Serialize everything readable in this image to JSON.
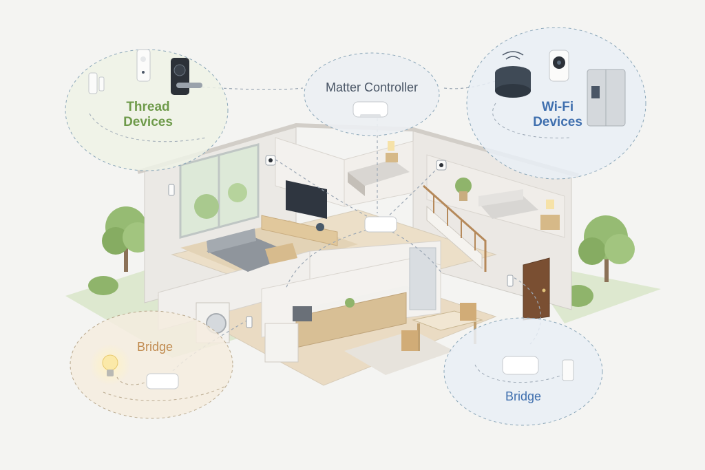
{
  "labels": {
    "thread_line1": "Thread",
    "thread_line2": "Devices",
    "matter": "Matter Controller",
    "wifi_line1": "Wi-Fi",
    "wifi_line2": "Devices",
    "bridge_left": "Bridge",
    "bridge_right": "Bridge"
  },
  "colors": {
    "thread": "#6e9a4a",
    "matter": "#4a5666",
    "wifi": "#3f6fae",
    "bridge_left": "#c08a4e",
    "bridge_right": "#3f6fae",
    "zone_fill_thread": "#eef2e6",
    "zone_fill_matter": "#eceff3",
    "zone_fill_wifi": "#e9eef6",
    "zone_fill_bridge_left": "#f5ecdf",
    "zone_fill_bridge_right": "#e9eef6",
    "wall": "#e6e4e0",
    "floor": "#e9dcc6",
    "tree": "#8fb46b",
    "grass": "#d5e3c4"
  },
  "icons": [
    "door-sensor-icon",
    "motion-sensor-icon",
    "smart-lock-icon",
    "matter-hub-icon",
    "smart-speaker-icon",
    "camera-icon",
    "fridge-icon",
    "light-bulb-icon",
    "bridge-hub-icon",
    "tree-icon",
    "sofa-icon",
    "tv-icon",
    "bed-icon",
    "stairs-icon",
    "door-icon",
    "washer-icon",
    "table-icon"
  ]
}
